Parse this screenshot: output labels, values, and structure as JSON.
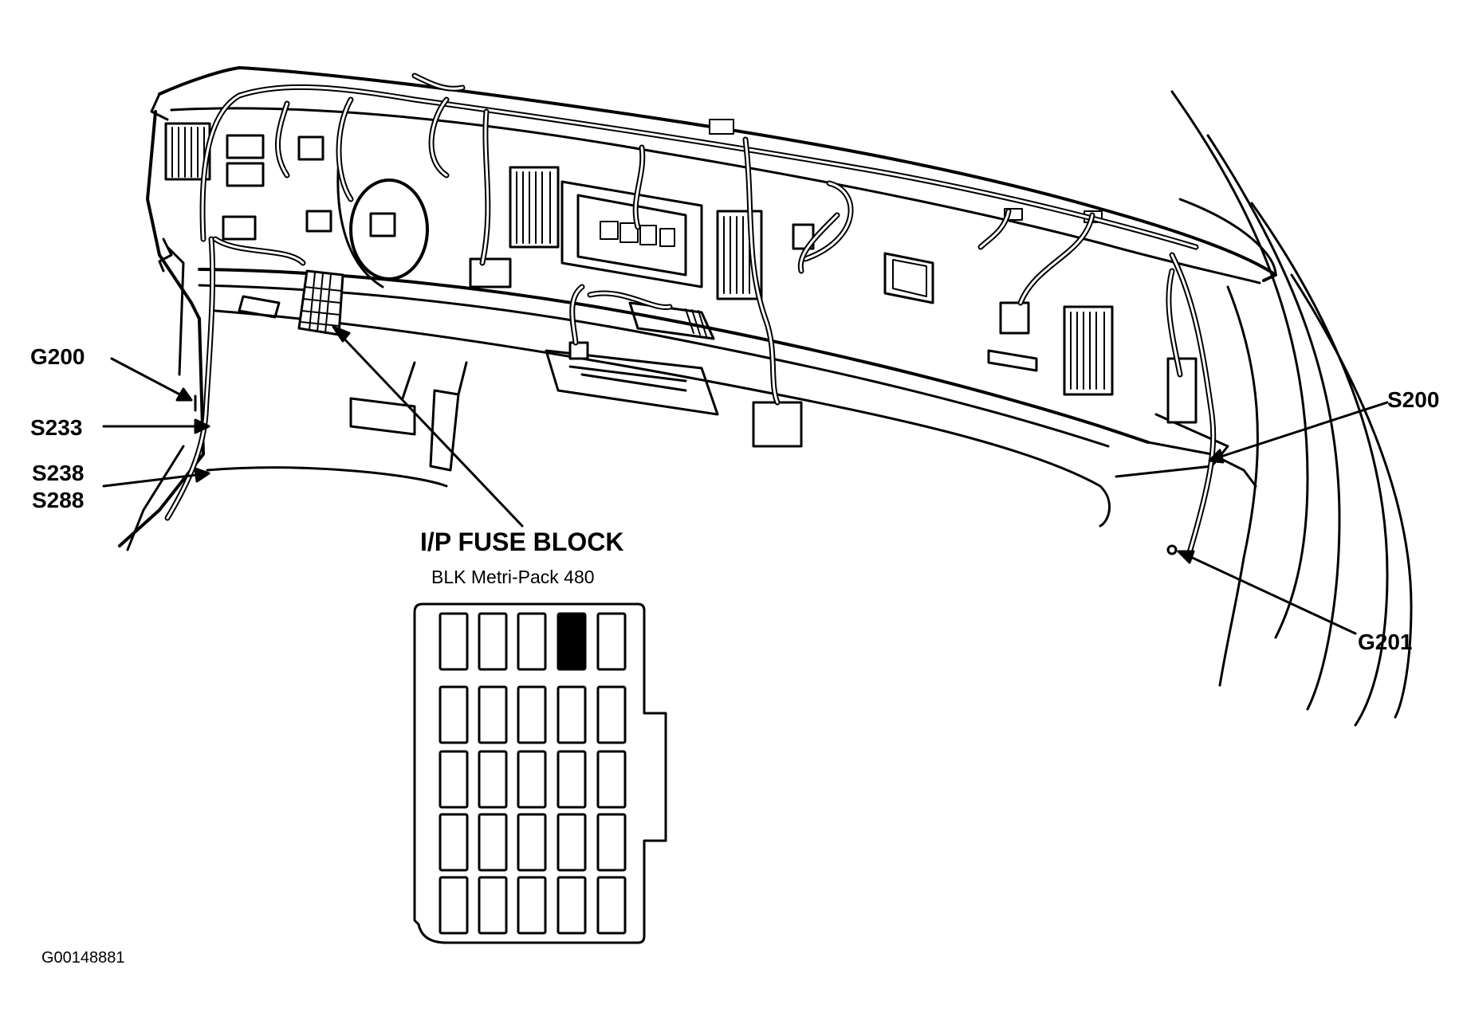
{
  "labels": {
    "g200": "G200",
    "s233": "S233",
    "s238": "S238",
    "s288": "S288",
    "s200": "S200",
    "g201": "G201",
    "fuse_block_title": "I/P FUSE BLOCK",
    "fuse_block_subtitle": "BLK Metri-Pack 480",
    "image_id": "G00148881"
  },
  "fuse_block": {
    "columns": 5,
    "rows": 5,
    "highlighted": {
      "row": 1,
      "column": 4
    },
    "highlight_color": "#000000"
  },
  "icons": {
    "dashboard": "instrument-panel-drawing",
    "fuse_block": "fuse-block-icon"
  }
}
